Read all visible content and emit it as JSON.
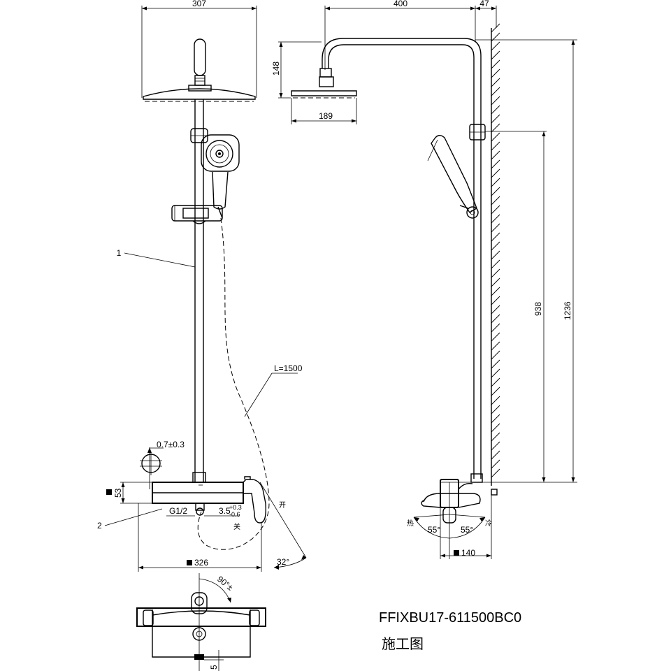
{
  "drawing": {
    "model": "FFIXBU17-611500BC0",
    "subtitle": "施工图"
  },
  "front_view": {
    "head_width": "307",
    "part_1": "1",
    "part_2": "2",
    "hose_length": "L=1500",
    "tolerance": "0.7±0.3",
    "body_height": "53",
    "thread": "G1/2",
    "depth": "3.5",
    "depth_tol_upper": "+0.3",
    "depth_tol_lower": "-0.6",
    "open_label": "开",
    "close_label": "关",
    "angle": "32°",
    "body_length": "326"
  },
  "side_view": {
    "arm_length": "400",
    "wall_offset": "47",
    "head_height": "148",
    "head_depth": "189",
    "holder_height": "938",
    "total_height": "1236",
    "hot_label": "热",
    "cold_label": "冷",
    "angle_left": "55°",
    "angle_right": "55°",
    "body_depth": "140"
  },
  "bottom_view": {
    "angle": "90°±",
    "offset": "5"
  }
}
